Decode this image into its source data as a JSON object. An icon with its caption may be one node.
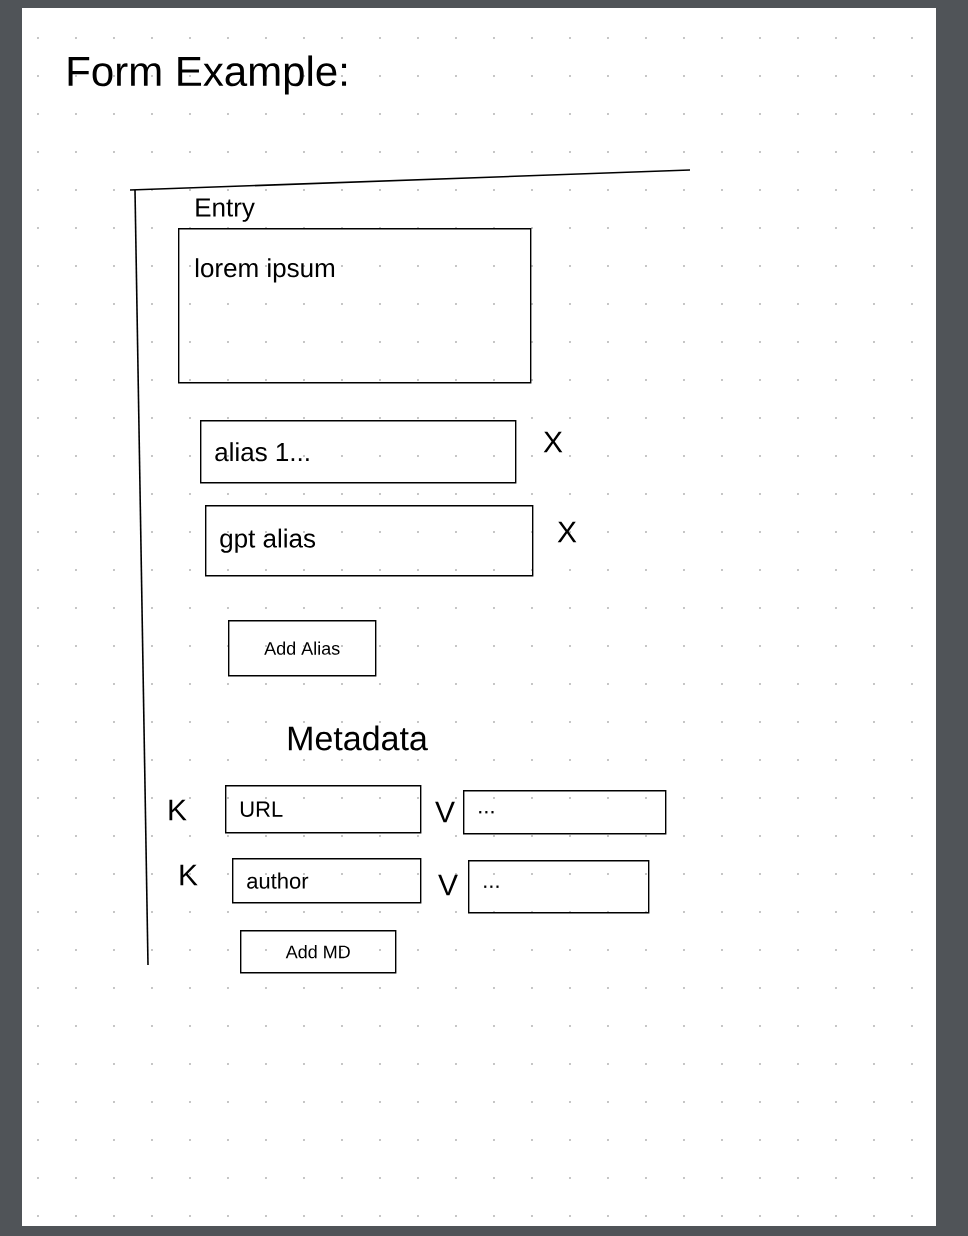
{
  "diagram": {
    "title": "Form Example:",
    "nodes": [
      {
        "text": [],
        "shape": "box"
      },
      {
        "text": [
          "Entry",
          "lorem ipsum"
        ],
        "in": 0
      },
      {
        "text": [
          "alias 1..."
        ],
        "beside": [
          "X"
        ],
        "in": 0
      },
      {
        "text": [
          "gpt alias"
        ],
        "beside": [
          "X"
        ],
        "in": 0
      },
      {
        "text": [
          "Add Alias"
        ],
        "in": 0
      },
      {
        "text": [
          "URL"
        ],
        "beside": [
          "K"
        ],
        "in": 0
      },
      {
        "text": [
          "..."
        ],
        "beside": [
          "V"
        ],
        "in": 0
      },
      {
        "text": [
          "author"
        ],
        "beside": [
          "K"
        ],
        "in": 0
      },
      {
        "text": [
          "..."
        ],
        "beside": [
          "V"
        ],
        "in": 0
      },
      {
        "text": [
          "Add MD"
        ],
        "in": 0
      }
    ],
    "labels": [
      "Metadata"
    ]
  }
}
